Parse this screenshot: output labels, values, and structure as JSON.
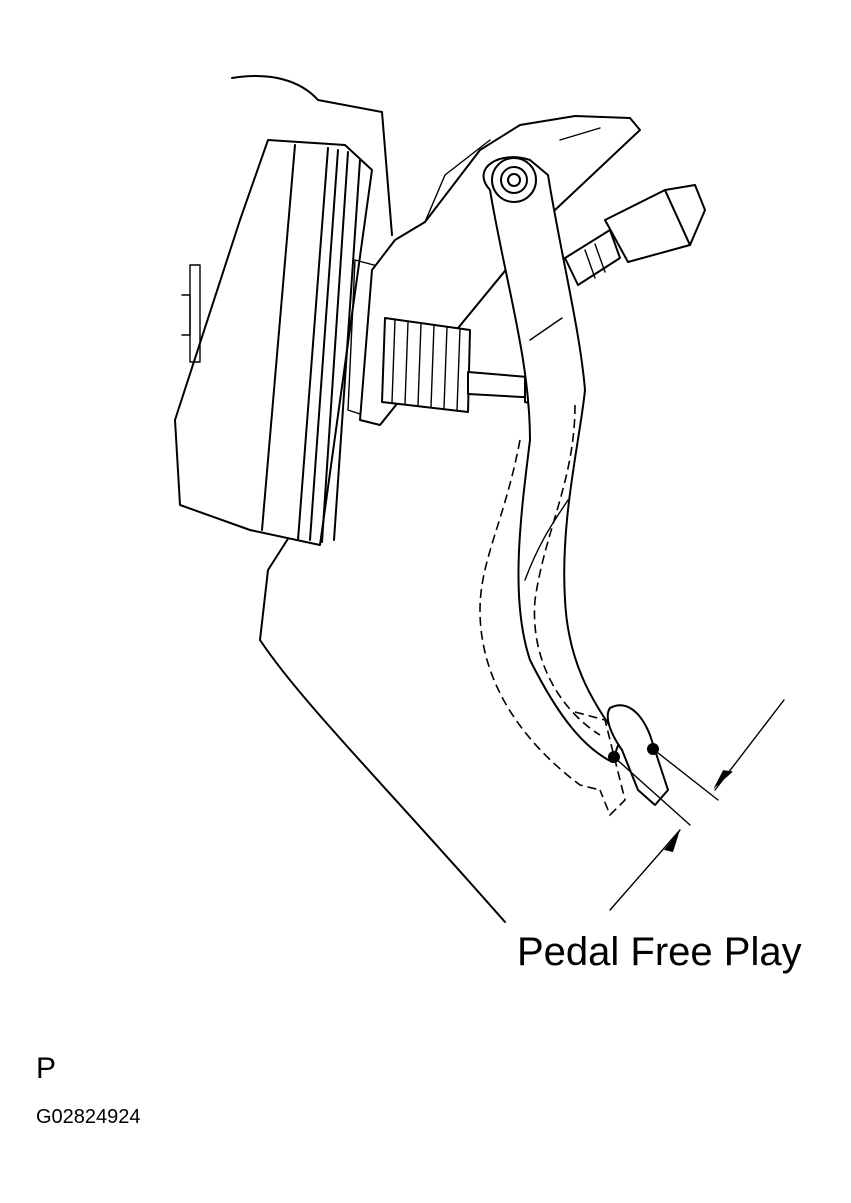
{
  "diagram": {
    "callout_label": "Pedal Free Play",
    "view_letter": "P",
    "figure_code": "G02824924"
  }
}
